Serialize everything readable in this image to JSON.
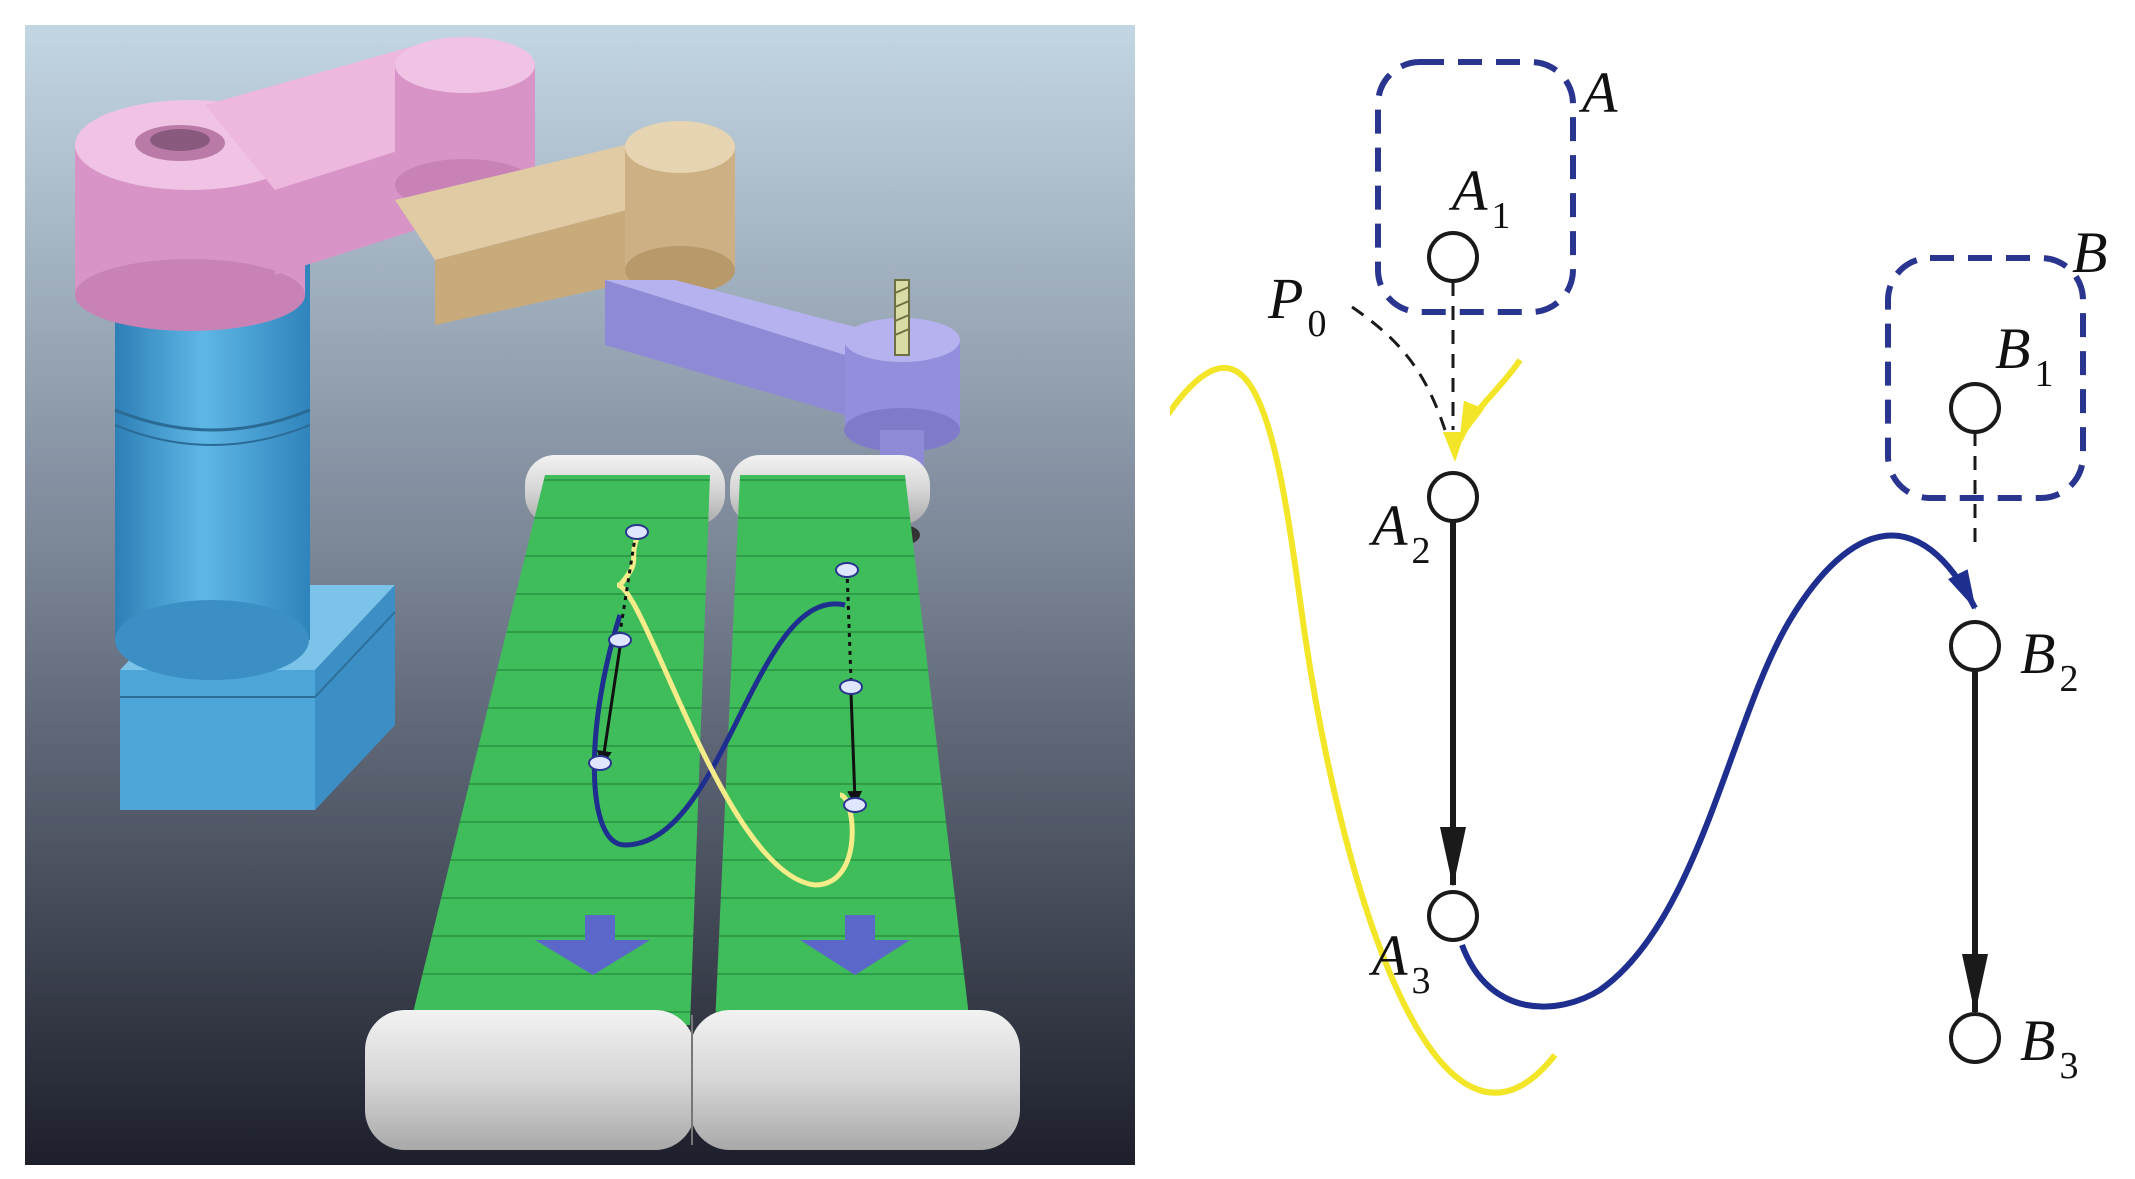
{
  "colors": {
    "yellow_path": "#f3e527",
    "blue_path": "#1e2f8f",
    "region_dash": "#2a3590",
    "arrow_black": "#1a1a1a",
    "belt_green": "#3fbd5b",
    "arm_pink": "#e0a6d2",
    "arm_tan": "#d2b88e",
    "arm_purple": "#9d99e0",
    "base_blue": "#4ea6d8"
  },
  "scene": {
    "description_icons": [
      "robot-arm-icon",
      "conveyor-belt-icon",
      "screw-icon"
    ]
  },
  "diagram": {
    "region_a": {
      "name": "A"
    },
    "region_b": {
      "name": "B"
    },
    "p0": {
      "main": "P",
      "sub": "0"
    },
    "a1": {
      "main": "A",
      "sub": "1"
    },
    "a2": {
      "main": "A",
      "sub": "2"
    },
    "a3": {
      "main": "A",
      "sub": "3"
    },
    "b1": {
      "main": "B",
      "sub": "1"
    },
    "b2": {
      "main": "B",
      "sub": "2"
    },
    "b3": {
      "main": "B",
      "sub": "3"
    }
  }
}
